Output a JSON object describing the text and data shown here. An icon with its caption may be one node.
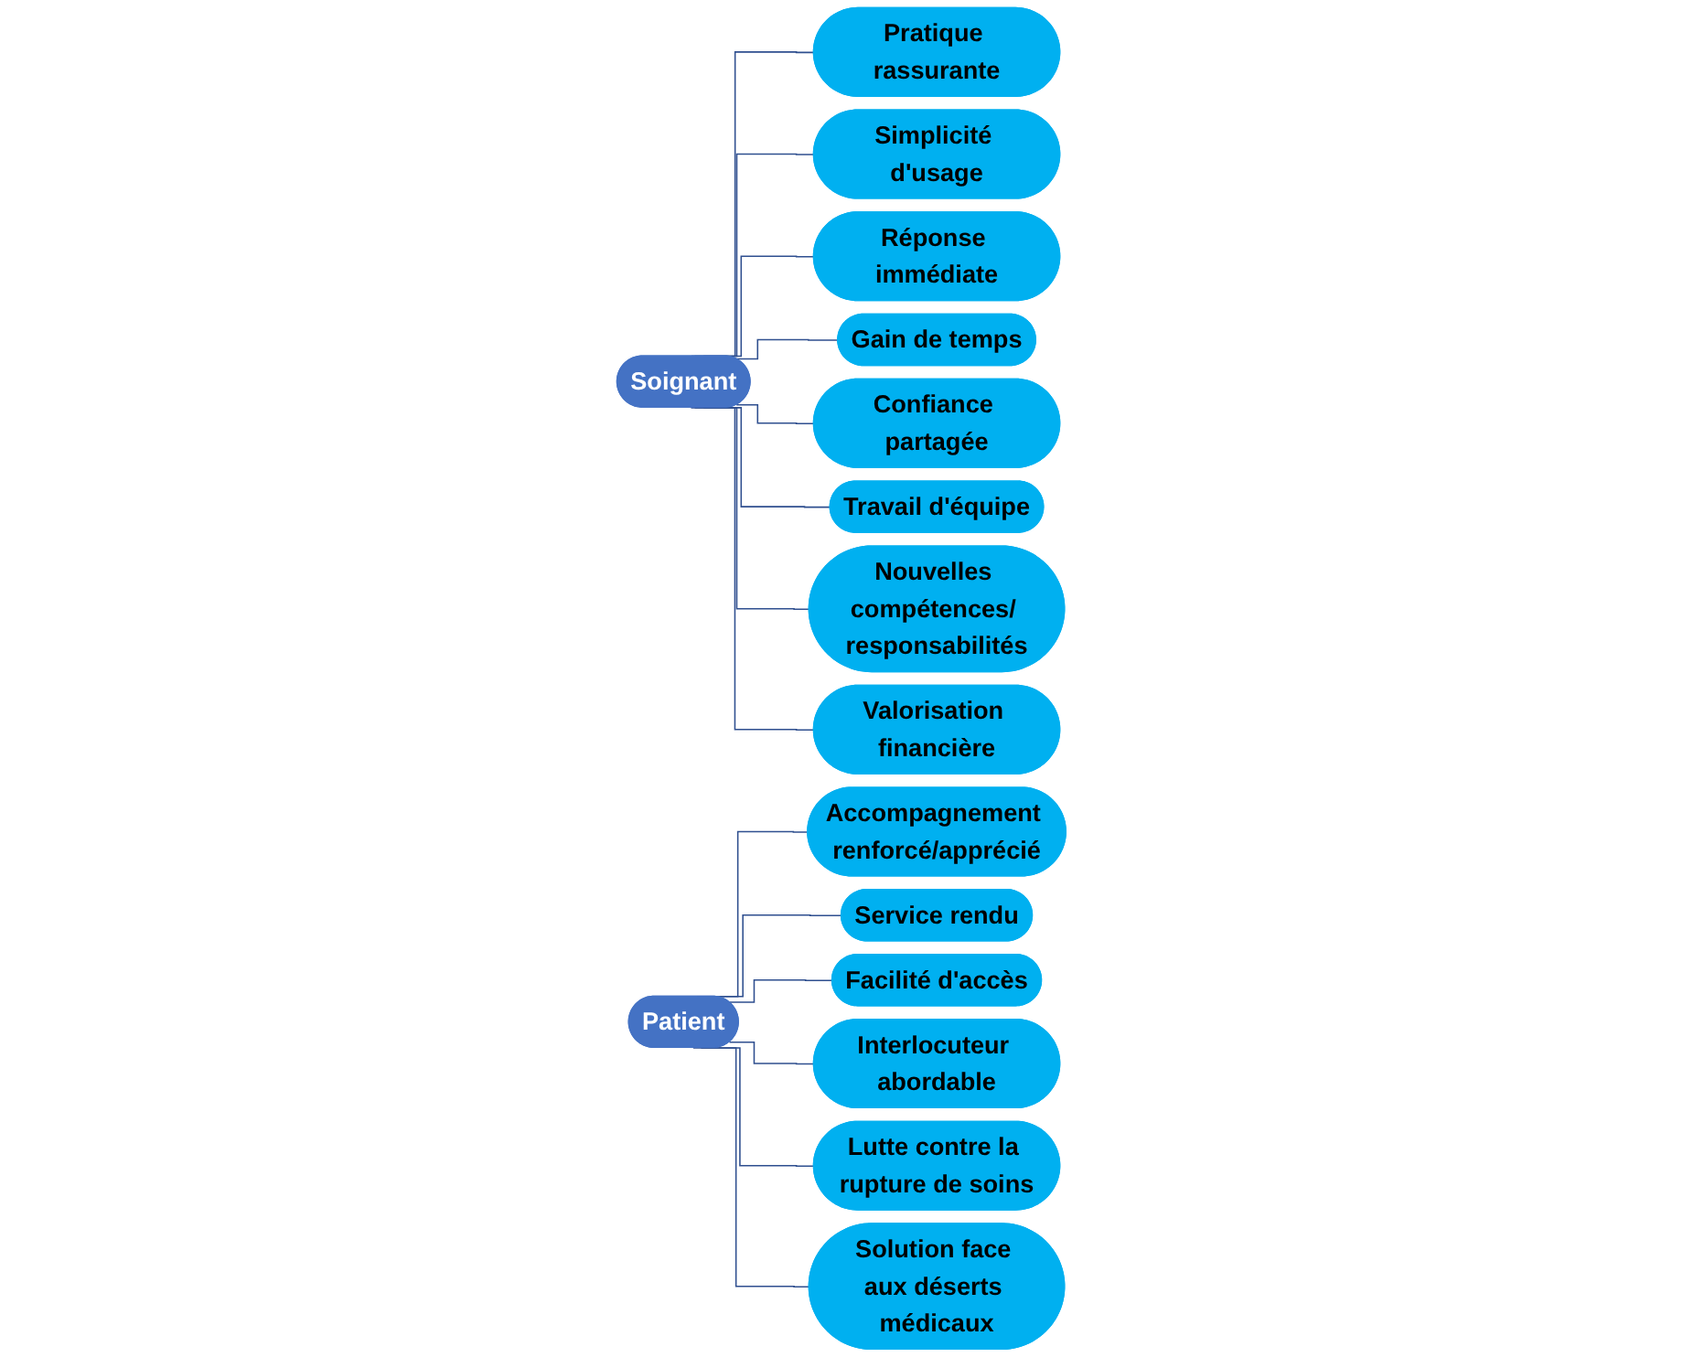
{
  "diagram": {
    "nodes": [
      {
        "text": [
          "Soignant"
        ]
      },
      {
        "text": [
          "Pratique rassurante"
        ]
      },
      {
        "text": [
          "Simplicité d'usage"
        ]
      },
      {
        "text": [
          "Réponse immédiate"
        ]
      },
      {
        "text": [
          "Gain de temps"
        ]
      },
      {
        "text": [
          "Confiance partagée"
        ]
      },
      {
        "text": [
          "Travail d'équipe"
        ]
      },
      {
        "text": [
          "Nouvelles compétences/ responsabilités"
        ]
      },
      {
        "text": [
          "Valorisation financière"
        ]
      },
      {
        "text": [
          "Patient"
        ]
      },
      {
        "text": [
          "Accompagnement renforcé/apprécié"
        ]
      },
      {
        "text": [
          "Service rendu"
        ]
      },
      {
        "text": [
          "Facilité d'accès"
        ]
      },
      {
        "text": [
          "Interlocuteur abordable"
        ]
      },
      {
        "text": [
          "Lutte contre la rupture de soins"
        ]
      },
      {
        "text": [
          "Solution face aux déserts médicaux"
        ]
      }
    ],
    "edges": [
      {
        "from": 0,
        "to": 1,
        "arrow": "none"
      },
      {
        "from": 0,
        "to": 2,
        "arrow": "none"
      },
      {
        "from": 0,
        "to": 3,
        "arrow": "none"
      },
      {
        "from": 0,
        "to": 4,
        "arrow": "none"
      },
      {
        "from": 0,
        "to": 5,
        "arrow": "none"
      },
      {
        "from": 0,
        "to": 6,
        "arrow": "none"
      },
      {
        "from": 0,
        "to": 7,
        "arrow": "none"
      },
      {
        "from": 0,
        "to": 8,
        "arrow": "none"
      },
      {
        "from": 9,
        "to": 10,
        "arrow": "none"
      },
      {
        "from": 9,
        "to": 11,
        "arrow": "none"
      },
      {
        "from": 9,
        "to": 12,
        "arrow": "none"
      },
      {
        "from": 9,
        "to": 13,
        "arrow": "none"
      },
      {
        "from": 9,
        "to": 14,
        "arrow": "none"
      },
      {
        "from": 9,
        "to": 15,
        "arrow": "none"
      }
    ]
  }
}
